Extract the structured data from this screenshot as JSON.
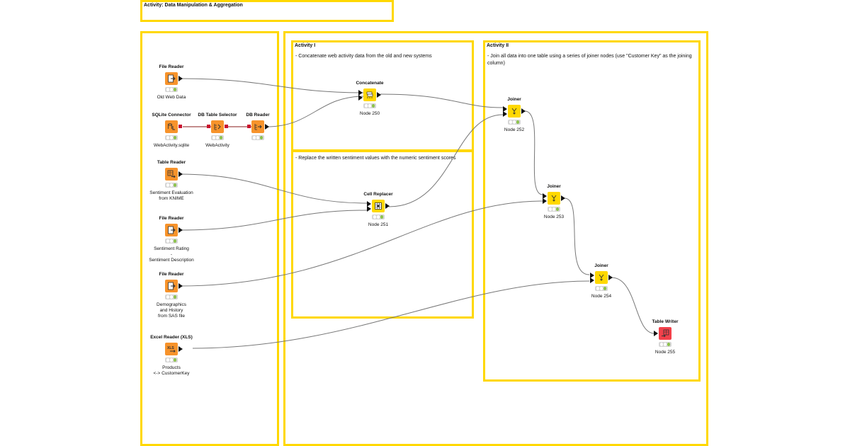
{
  "workflow": {
    "annotations": {
      "main": {
        "title": "Activity: Data Manipulation & Aggregation"
      },
      "activity_1": {
        "title": "Activity I",
        "text": "- Concatenate web activity data from the old and new systems"
      },
      "replace": {
        "text": "- Replace the written sentiment values with the numeric sentiment scores"
      },
      "activity_2": {
        "title": "Activity II",
        "text": " - Join all data into one table using a series of joiner nodes (use \"Customer Key\" as the joining column)"
      }
    },
    "nodes": {
      "file_reader_1": {
        "title": "File Reader",
        "label": "Old Web Data"
      },
      "sqlite": {
        "title": "SQLite Connector",
        "label": "WebActivity.sqlite"
      },
      "db_selector": {
        "title": "DB Table Selector",
        "label": "WebActivity"
      },
      "db_reader": {
        "title": "DB Reader",
        "label": ""
      },
      "table_reader": {
        "title": "Table Reader",
        "label": "Sentiment Evaluation\nfrom KNIME"
      },
      "file_reader_2": {
        "title": "File Reader",
        "label": "Sentiment Rating\n-\nSentiment Description"
      },
      "file_reader_3": {
        "title": "File Reader",
        "label": "Demographics\nand History\nfrom SAS file"
      },
      "excel_reader": {
        "title": "Excel Reader (XLS)",
        "label": "Products\n<-> CustomerKey"
      },
      "concatenate": {
        "title": "Concatenate",
        "label": "Node 250"
      },
      "cell_replacer": {
        "title": "Cell Replacer",
        "label": "Node 251"
      },
      "joiner_1": {
        "title": "Joiner",
        "label": "Node 252"
      },
      "joiner_2": {
        "title": "Joiner",
        "label": "Node 253"
      },
      "joiner_3": {
        "title": "Joiner",
        "label": "Node 254"
      },
      "table_writer": {
        "title": "Table Writer",
        "label": "Node 255"
      }
    },
    "icons": {
      "excel_text": "XLS"
    },
    "colors": {
      "annotation_border": "#ffd800",
      "source_node": "#f7932b",
      "manipulator_node": "#ffd800",
      "sink_node": "#f2404a",
      "status_ok": "#8bc34a",
      "db_port": "#c8102e",
      "wire": "#777777"
    }
  }
}
